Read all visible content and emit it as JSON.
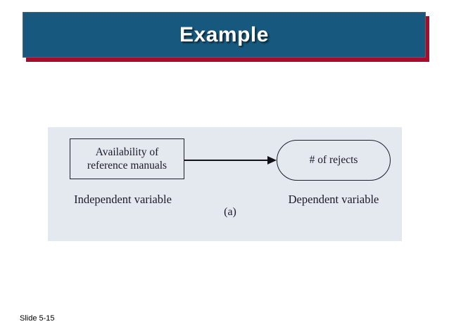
{
  "slide": {
    "title": "Example",
    "footer": "Slide 5-15"
  },
  "diagram": {
    "independent_box_line1": "Availability of",
    "independent_box_line2": "reference manuals",
    "dependent_node_label": "# of rejects",
    "independent_label": "Independent variable",
    "dependent_label": "Dependent variable",
    "caption": "(a)"
  },
  "colors": {
    "banner_blue": "#17587E",
    "banner_shadow_red": "#A60D2C",
    "banner_border": "#5A5F6B",
    "panel_bg": "#E4E8EF",
    "diagram_line": "#1F1F2A",
    "diagram_text": "#1A1A28"
  }
}
